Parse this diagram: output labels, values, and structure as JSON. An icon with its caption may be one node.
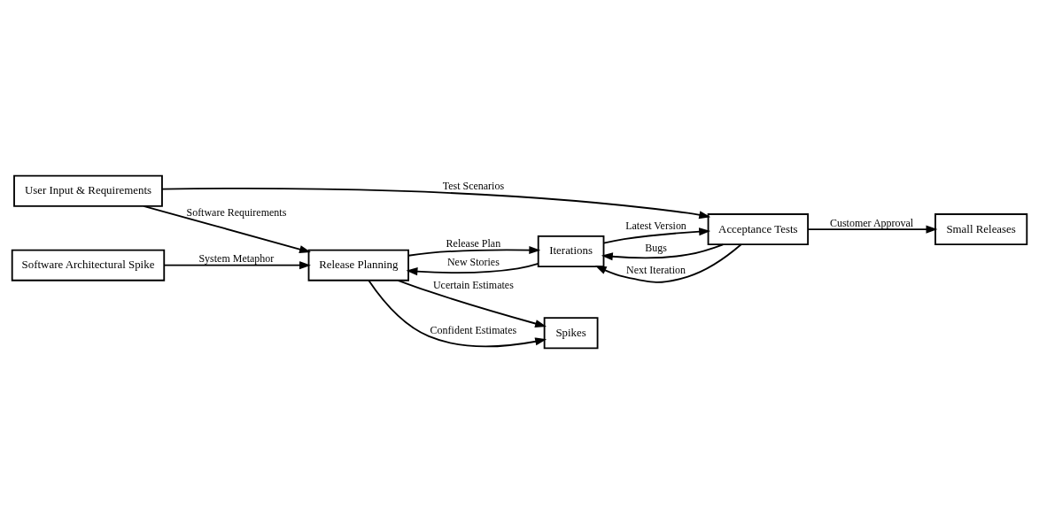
{
  "diagram": {
    "nodes": [
      {
        "text": [
          "User Input & Requirements"
        ]
      },
      {
        "text": [
          "Software Architectural Spike"
        ]
      },
      {
        "text": [
          "Release Planning"
        ]
      },
      {
        "text": [
          "Iterations"
        ]
      },
      {
        "text": [
          "Acceptance Tests"
        ]
      },
      {
        "text": [
          "Small Releases"
        ]
      },
      {
        "text": [
          "Spikes"
        ]
      }
    ],
    "edges": [
      {
        "from": 0,
        "to": 4,
        "arrow": "to",
        "label": "Test Scenarios"
      },
      {
        "from": 0,
        "to": 2,
        "arrow": "to",
        "label": "Software Requirements"
      },
      {
        "from": 1,
        "to": 2,
        "arrow": "to",
        "label": "System Metaphor"
      },
      {
        "from": 2,
        "to": 3,
        "arrow": "to",
        "label": "Release Plan"
      },
      {
        "from": 3,
        "to": 2,
        "arrow": "to",
        "label": "New Stories"
      },
      {
        "from": 3,
        "to": 4,
        "arrow": "to",
        "label": "Latest Version"
      },
      {
        "from": 4,
        "to": 3,
        "arrow": "to",
        "label": "Bugs"
      },
      {
        "from": 4,
        "to": 3,
        "arrow": "to",
        "label": "Next Iteration"
      },
      {
        "from": 2,
        "to": 6,
        "arrow": "to",
        "label": "Ucertain Estimates"
      },
      {
        "from": 2,
        "to": 6,
        "arrow": "to",
        "label": "Confident Estimates"
      },
      {
        "from": 4,
        "to": 5,
        "arrow": "to",
        "label": "Customer Approval"
      }
    ]
  }
}
